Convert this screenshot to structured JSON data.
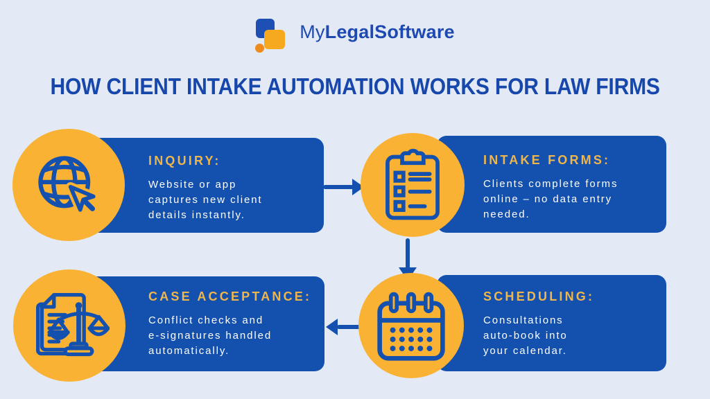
{
  "colors": {
    "background": "#e3eaf5",
    "card_blue": "#1450ae",
    "circle_yellow": "#f9b233",
    "heading_yellow": "#efb64b",
    "title_blue": "#1747ab",
    "body_text": "#ffffff",
    "logo_text_blue": "#1d49b0",
    "logo_square_blue": "#1d4fb5",
    "logo_square_yellow": "#f6a81f",
    "logo_dot_orange": "#ef8a1d"
  },
  "logo": {
    "name_regular": "My",
    "name_bold": "LegalSoftware"
  },
  "title": "HOW CLIENT INTAKE AUTOMATION WORKS FOR LAW FIRMS",
  "steps": [
    {
      "position": "top-left",
      "icon": "globe-cursor-icon",
      "heading": "INQUIRY:",
      "body": "Website or app\ncaptures new client\ndetails instantly."
    },
    {
      "position": "top-right",
      "icon": "clipboard-checklist-icon",
      "heading": "INTAKE FORMS:",
      "body": "Clients complete forms\nonline – no data entry\nneeded."
    },
    {
      "position": "bottom-left",
      "icon": "document-scales-icon",
      "heading": "CASE ACCEPTANCE:",
      "body": "Conflict checks and\ne-signatures handled\nautomatically."
    },
    {
      "position": "bottom-right",
      "icon": "calendar-icon",
      "heading": "SCHEDULING:",
      "body": "Consultations\nauto-book into\nyour calendar."
    }
  ],
  "flow": [
    {
      "from": "INQUIRY",
      "to": "INTAKE FORMS",
      "direction": "right"
    },
    {
      "from": "INTAKE FORMS",
      "to": "SCHEDULING",
      "direction": "down"
    },
    {
      "from": "SCHEDULING",
      "to": "CASE ACCEPTANCE",
      "direction": "left"
    }
  ]
}
